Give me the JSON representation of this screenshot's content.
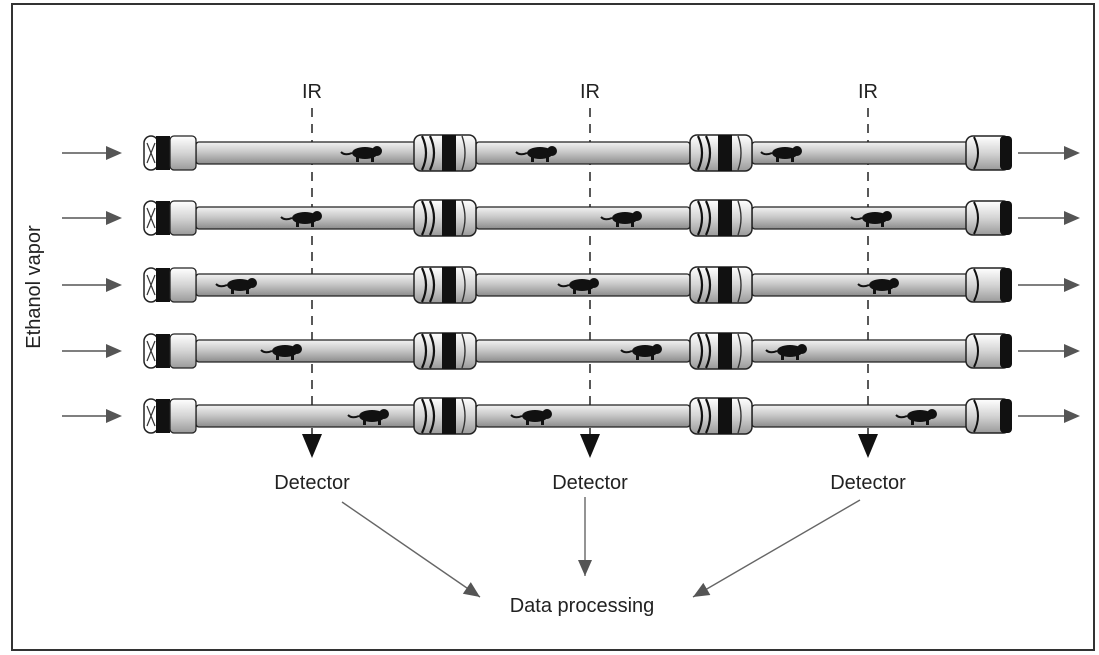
{
  "side_label": "Ethanol vapor",
  "sensor_labels": [
    "IR",
    "IR",
    "IR"
  ],
  "detector_labels": [
    "Detector",
    "Detector",
    "Detector"
  ],
  "output_label": "Data processing",
  "tube_rows": 5,
  "colors": {
    "frame": "#333333",
    "tube_fill": "#c8c8c8",
    "connector_fill": "#d9d9d9",
    "dark": "#111111",
    "arrow": "#555555",
    "line": "#777777"
  }
}
